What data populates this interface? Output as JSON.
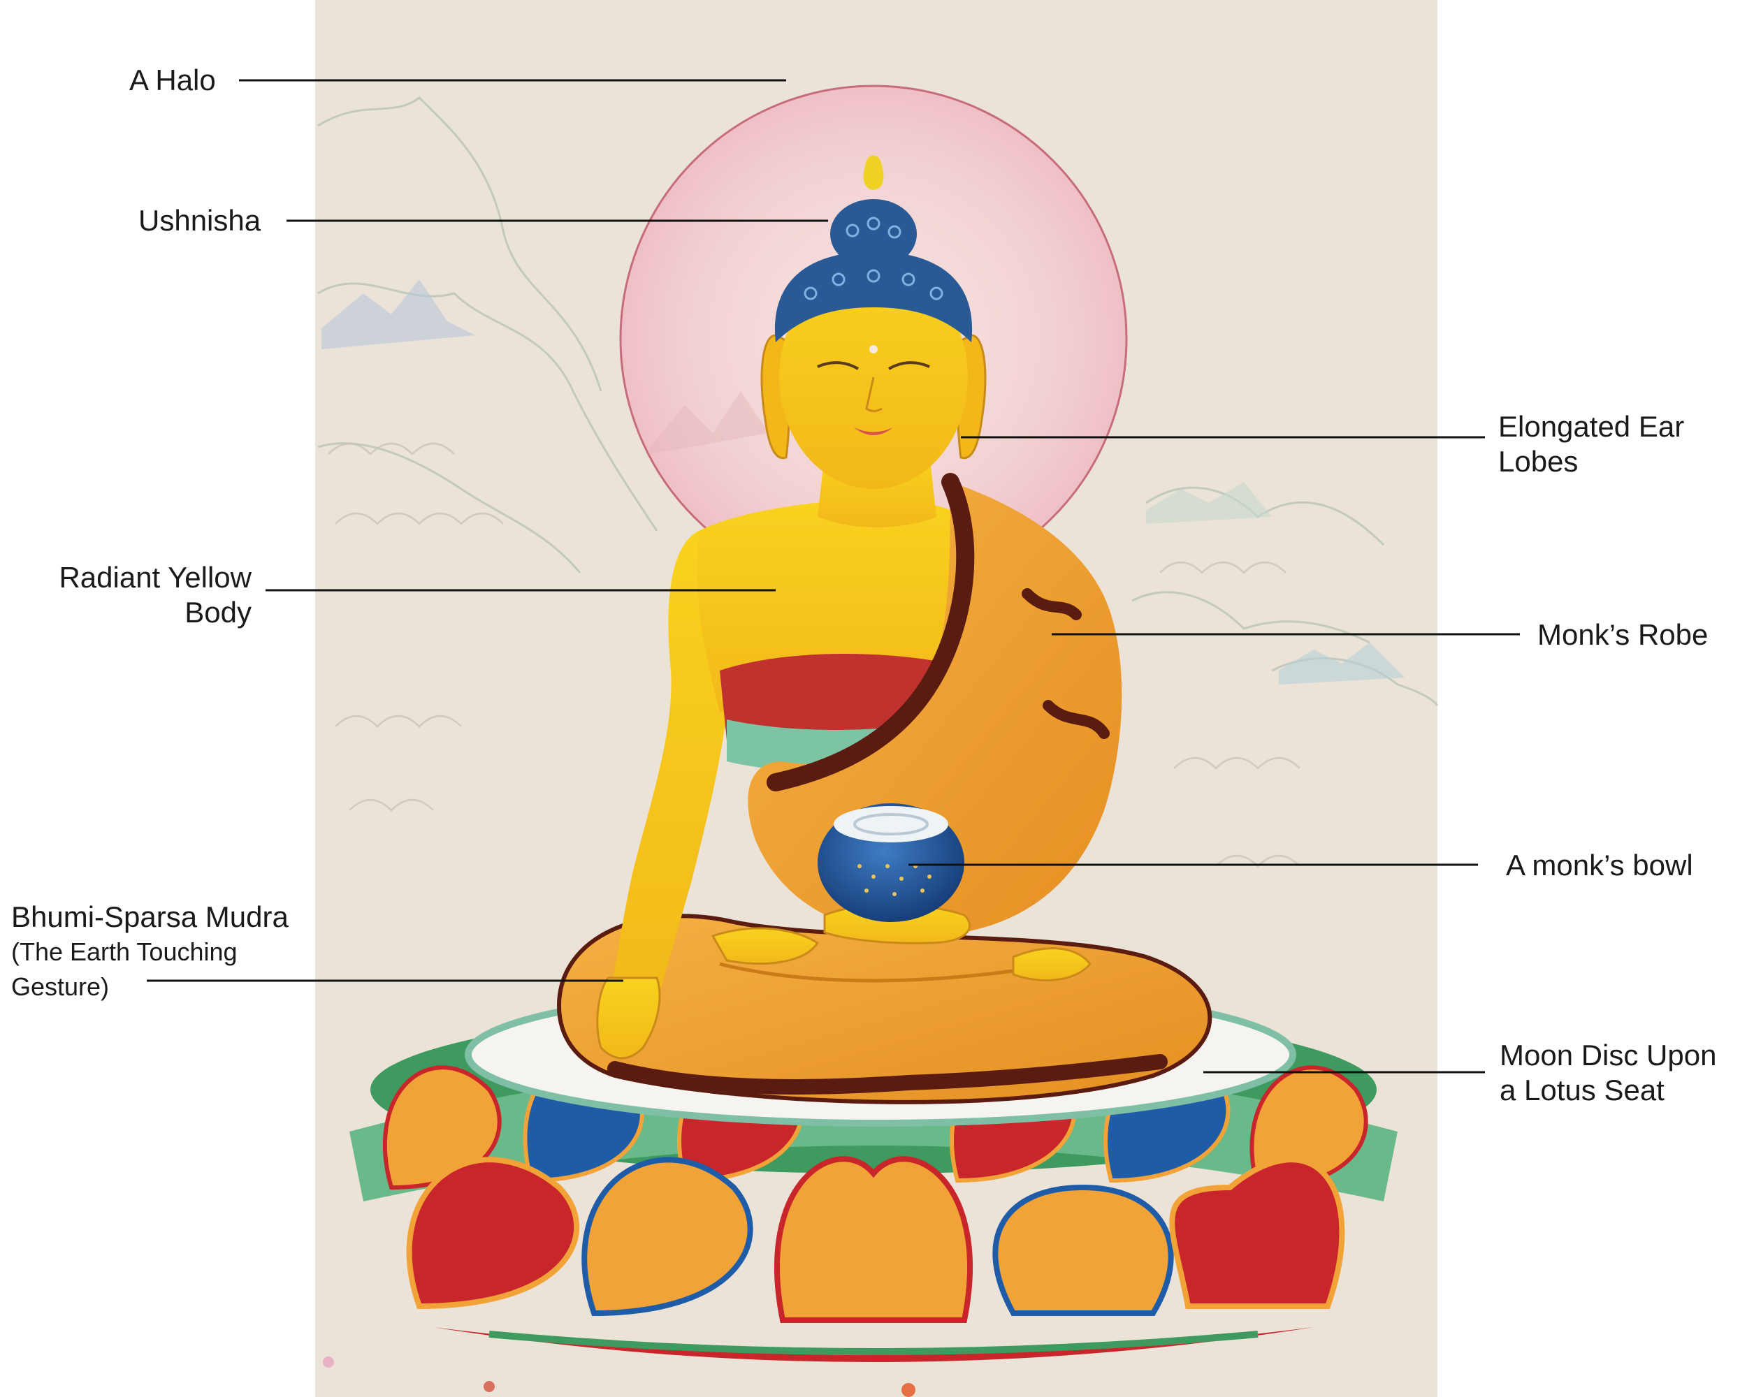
{
  "labels": {
    "halo": "A Halo",
    "ushnisha": "Ushnisha",
    "ear_lobes": [
      "Elongated Ear",
      "Lobes"
    ],
    "body": [
      "Radiant Yellow",
      "Body"
    ],
    "robe": "Monk’s Robe",
    "bowl": "A monk’s bowl",
    "mudra": [
      "Bhumi-Sparsa Mudra",
      "(The Earth Touching",
      "Gesture)"
    ],
    "seat": [
      "Moon Disc Upon",
      "a Lotus Seat"
    ]
  },
  "colors": {
    "canvas": "#ebe3d8",
    "halo": "#f3c9cc",
    "skin": "#f7cc1c",
    "robe": "#f0a12c",
    "robe_dark": "#5a1c10",
    "hair": "#2a5a96",
    "lotus_red": "#c8262a",
    "lotus_orange": "#f2a338",
    "lotus_blue": "#1f5ca8",
    "lotus_green": "#3e9a5e",
    "moon_disc": "#f6f4f0",
    "leader_line": "#111111"
  }
}
